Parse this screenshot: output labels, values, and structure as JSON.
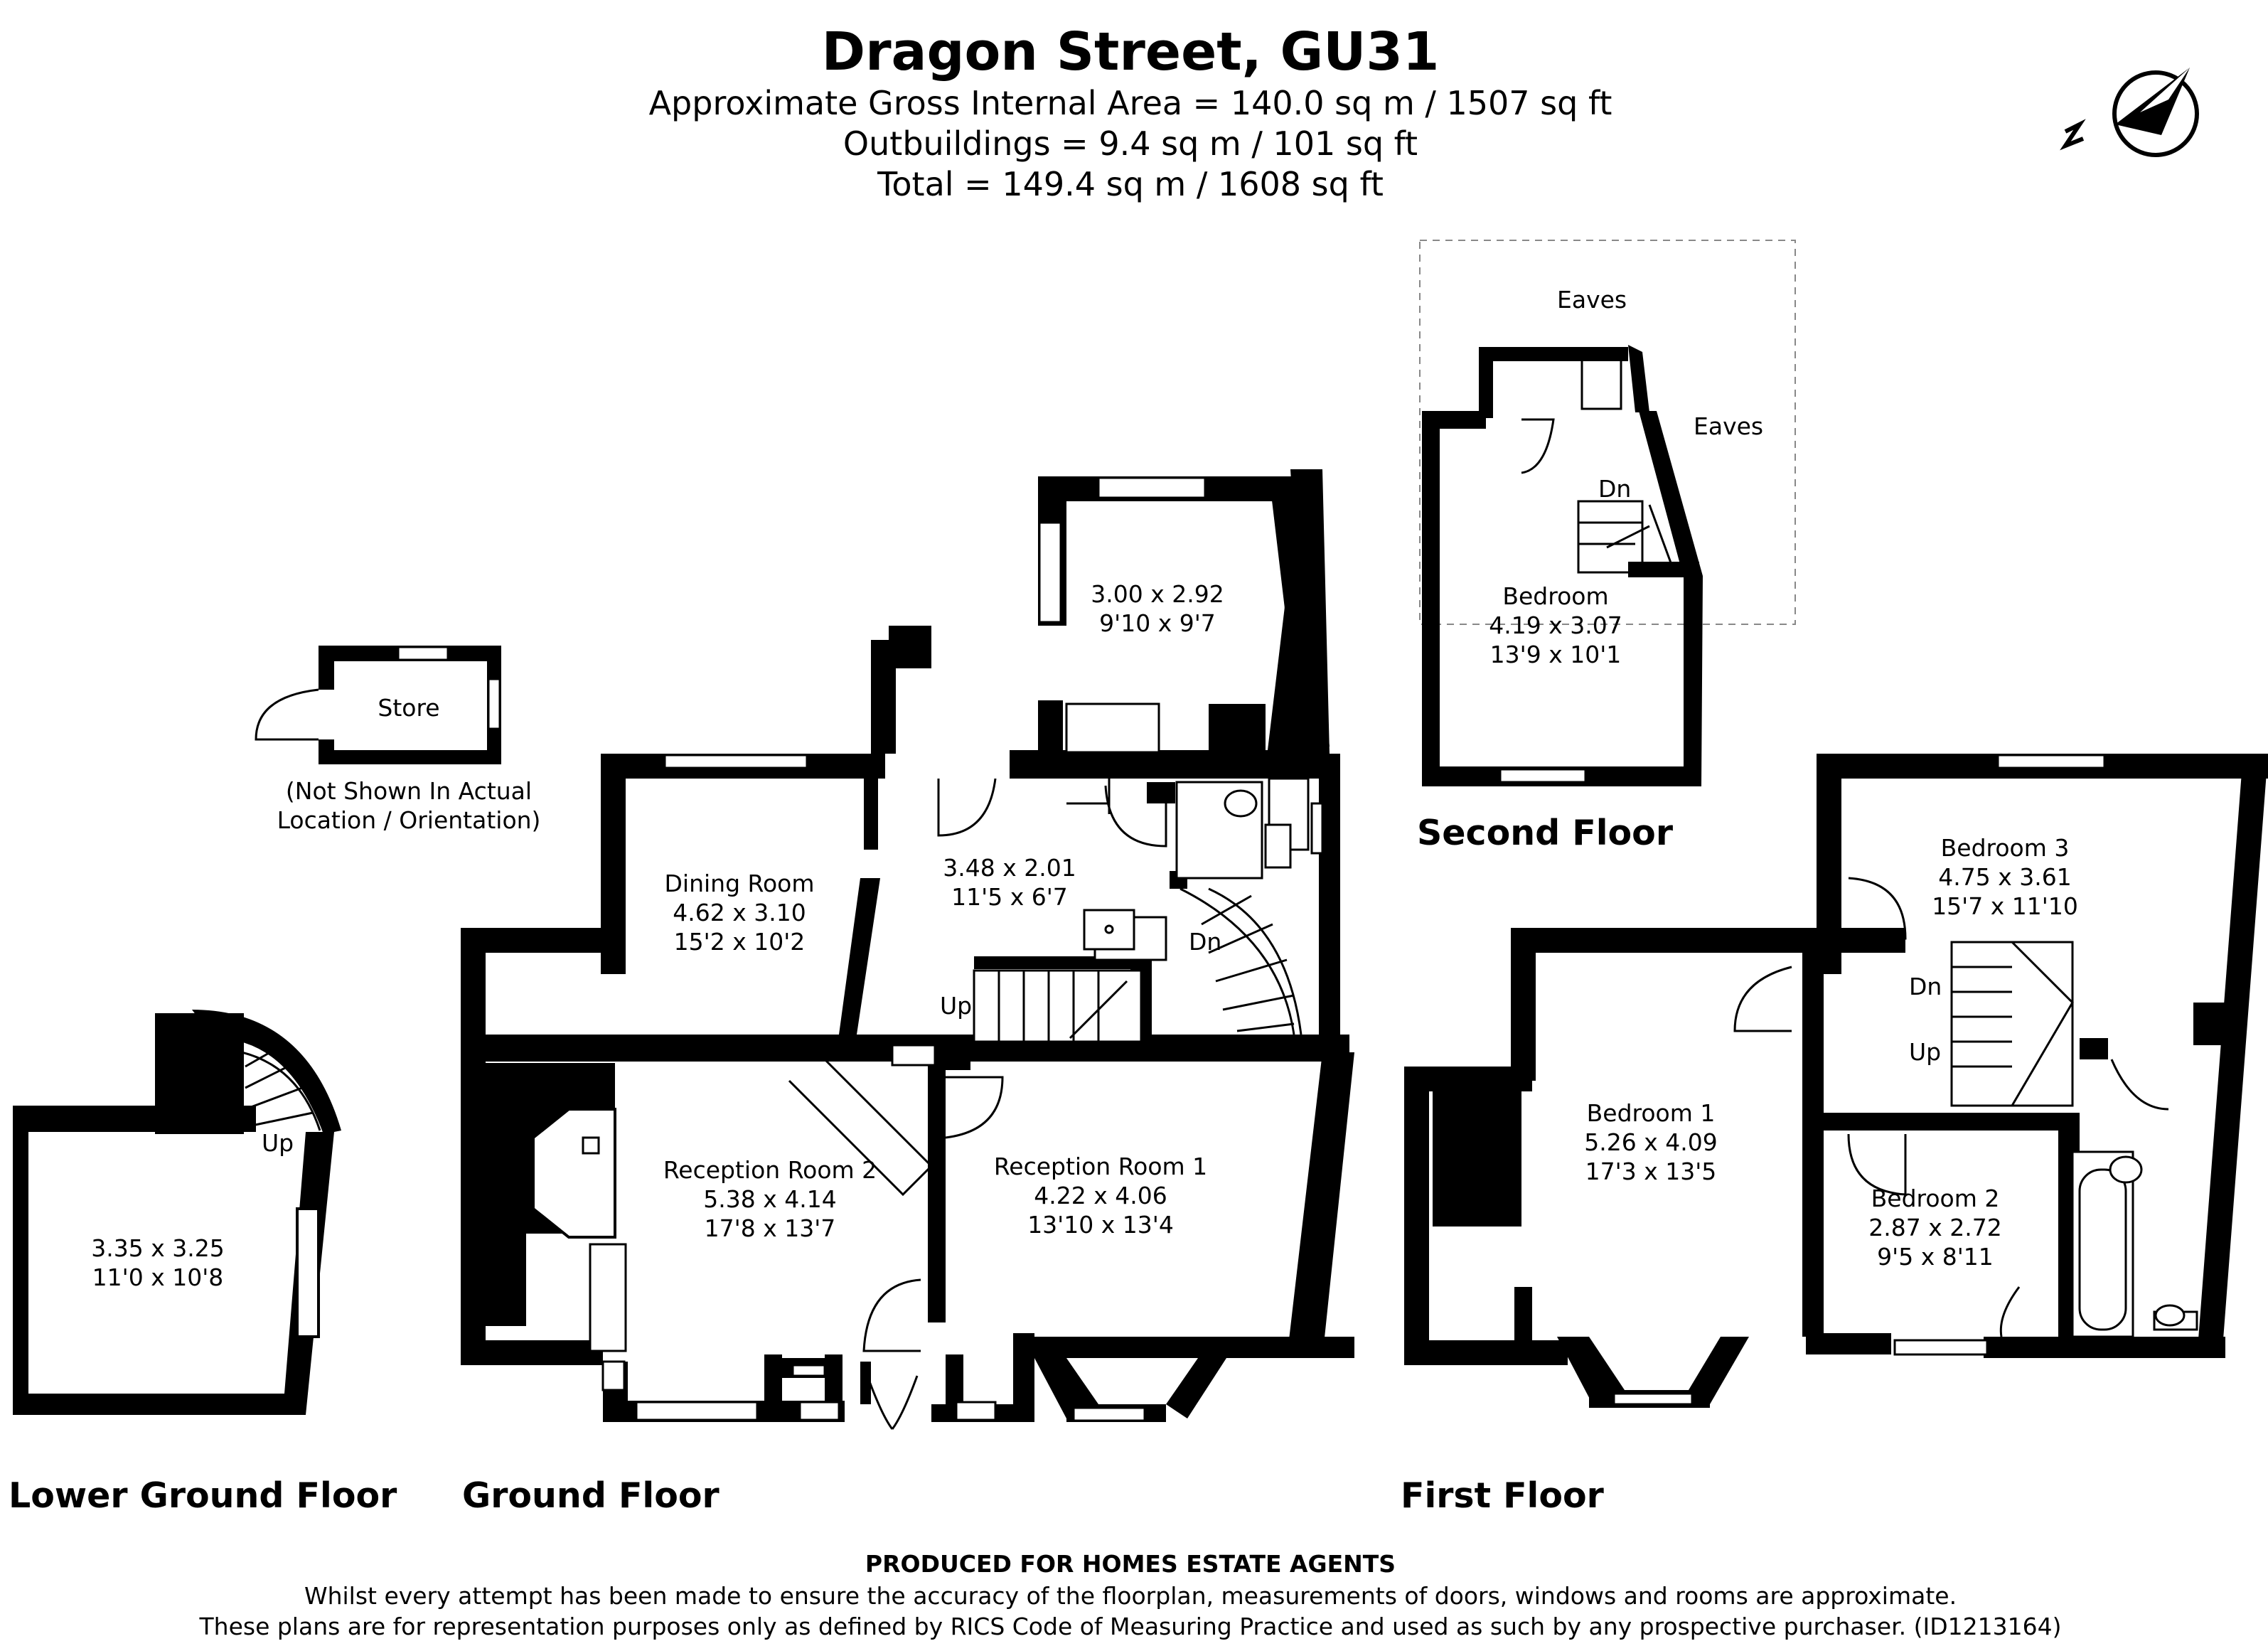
{
  "title": "Dragon Street, GU31",
  "areas": {
    "gross": "Approximate Gross Internal Area = 140.0 sq m / 1507 sq ft",
    "outbuildings": "Outbuildings = 9.4 sq m / 101 sq ft",
    "total": "Total = 149.4 sq m / 1608 sq ft"
  },
  "floors": {
    "lower_ground": "Lower Ground Floor",
    "ground": "Ground Floor",
    "first": "First Floor",
    "second": "Second Floor"
  },
  "store": {
    "name": "Store",
    "note_line1": "(Not Shown In Actual",
    "note_line2": "Location / Orientation)"
  },
  "lower_ground_room": {
    "metric": "3.35 x 3.25",
    "imperial": "11'0 x 10'8"
  },
  "ground_rooms": {
    "room_3_00": {
      "metric": "3.00 x 2.92",
      "imperial": "9'10 x 9'7"
    },
    "hall": {
      "metric": "3.48 x 2.01",
      "imperial": "11'5 x 6'7"
    },
    "dining": {
      "name": "Dining Room",
      "metric": "4.62 x 3.10",
      "imperial": "15'2 x 10'2"
    },
    "reception2": {
      "name": "Reception Room 2",
      "metric": "5.38 x 4.14",
      "imperial": "17'8 x 13'7"
    },
    "reception1": {
      "name": "Reception Room 1",
      "metric": "4.22 x 4.06",
      "imperial": "13'10 x 13'4"
    }
  },
  "first_rooms": {
    "bedroom1": {
      "name": "Bedroom 1",
      "metric": "5.26 x 4.09",
      "imperial": "17'3 x 13'5"
    },
    "bedroom2": {
      "name": "Bedroom 2",
      "metric": "2.87 x 2.72",
      "imperial": "9'5 x 8'11"
    },
    "bedroom3": {
      "name": "Bedroom 3",
      "metric": "4.75 x 3.61",
      "imperial": "15'7 x 11'10"
    }
  },
  "second_room": {
    "name": "Bedroom",
    "metric": "4.19 x 3.07",
    "imperial": "13'9 x 10'1"
  },
  "labels": {
    "eaves": "Eaves",
    "up": "Up",
    "dn": "Dn"
  },
  "compass_icon": "north-arrow-icon",
  "footer": {
    "produced": "PRODUCED FOR HOMES ESTATE AGENTS",
    "line1": "Whilst every attempt has been made to ensure the accuracy of the floorplan, measurements of doors, windows and rooms are approximate.",
    "line2": "These plans are for representation purposes only as defined by RICS Code of Measuring Practice and used as such by any prospective purchaser. (ID1213164)"
  },
  "colors": {
    "wall": "#000000",
    "background": "#ffffff",
    "guide": "#888888"
  }
}
